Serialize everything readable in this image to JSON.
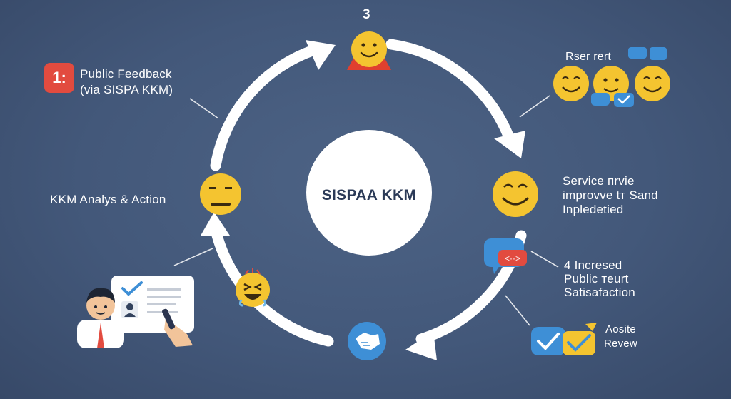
{
  "center": {
    "title": "SISPAA KKM"
  },
  "steps": {
    "public_feedback": {
      "number": "1:",
      "line1": "Public Feedback",
      "line2": "(via  SISPA  KKM)"
    },
    "step3": {
      "number": "3"
    },
    "research": {
      "label": "Rser rert"
    },
    "analysis": {
      "label": "KKM  Analys & Action"
    },
    "service": {
      "line1": "Service пrvie",
      "line2": "improvve tт Sand",
      "line3": "Inpledetied"
    },
    "satisfaction": {
      "line1": "4  Incresed",
      "line2": "Public  тeurt",
      "line3": "Satisafaction"
    },
    "review": {
      "line1": "Aosite",
      "line2": "Revew"
    }
  },
  "colors": {
    "background": "#43587a",
    "emoji_yellow": "#f4c430",
    "accent_red": "#e24b3f",
    "accent_blue": "#3e8fd6",
    "center_text": "#2b3a57"
  },
  "icons": [
    "smiley-icon",
    "neutral-face-icon",
    "laughing-face-icon",
    "handshake-icon",
    "chat-bubble-icon",
    "checkmark-icon",
    "person-icon"
  ]
}
